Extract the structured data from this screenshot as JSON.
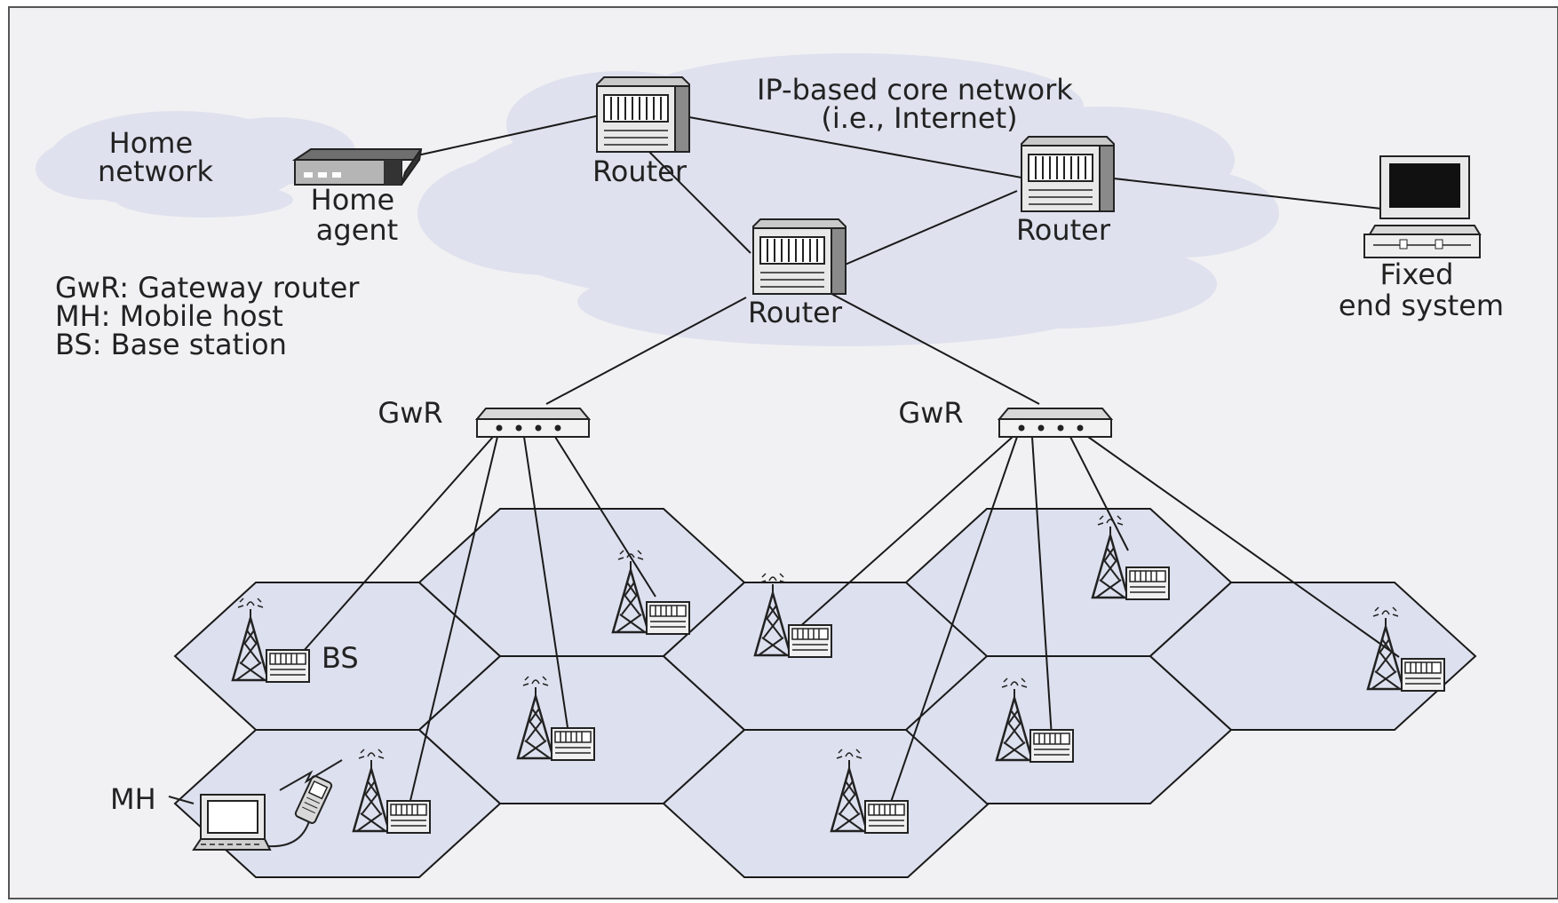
{
  "clouds": {
    "home_network": [
      "Home",
      "network"
    ],
    "core_network": [
      "IP-based core network",
      "(i.e., Internet)"
    ]
  },
  "nodes": {
    "home_agent": [
      "Home",
      "agent"
    ],
    "router_top": "Router",
    "router_right": "Router",
    "router_center": "Router",
    "fixed_end_system": [
      "Fixed",
      "end system"
    ],
    "gwr_left": "GwR",
    "gwr_right": "GwR",
    "bs": "BS",
    "mh": "MH"
  },
  "legend": [
    "GwR: Gateway router",
    "MH: Mobile host",
    "BS: Base station"
  ],
  "colors": {
    "cloud": "#dfe1ee",
    "cell": "#dde0ee",
    "frame_background": "#f1f1f3",
    "line": "#1a1a1a"
  }
}
